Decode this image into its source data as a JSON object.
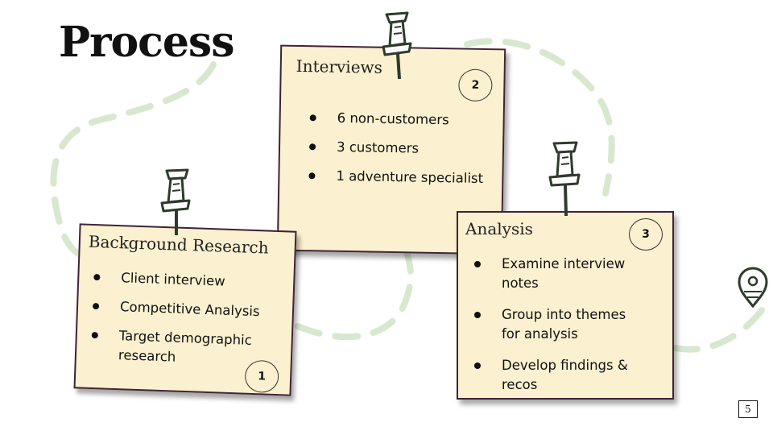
{
  "slide": {
    "title": "Process",
    "page_number": "5"
  },
  "cards": [
    {
      "title": "Interviews",
      "number": "2",
      "bullets": [
        "6 non-customers",
        "3 customers",
        "1 adventure specialist"
      ]
    },
    {
      "title": "Background Research",
      "number": "1",
      "bullets": [
        "Client interview",
        "Competitive Analysis",
        "Target demographic research"
      ]
    },
    {
      "title": "Analysis",
      "number": "3",
      "bullets": [
        "Examine interview notes",
        "Group into themes for analysis",
        "Develop findings & recos"
      ]
    }
  ],
  "icons": {
    "pin": "pushpin-icon",
    "map_marker": "map-marker-icon"
  },
  "colors": {
    "card_fill": "#fbf0cf",
    "card_border": "#3d2436",
    "path_dash": "#d8e8cf",
    "pin": "#2e3b2c"
  }
}
